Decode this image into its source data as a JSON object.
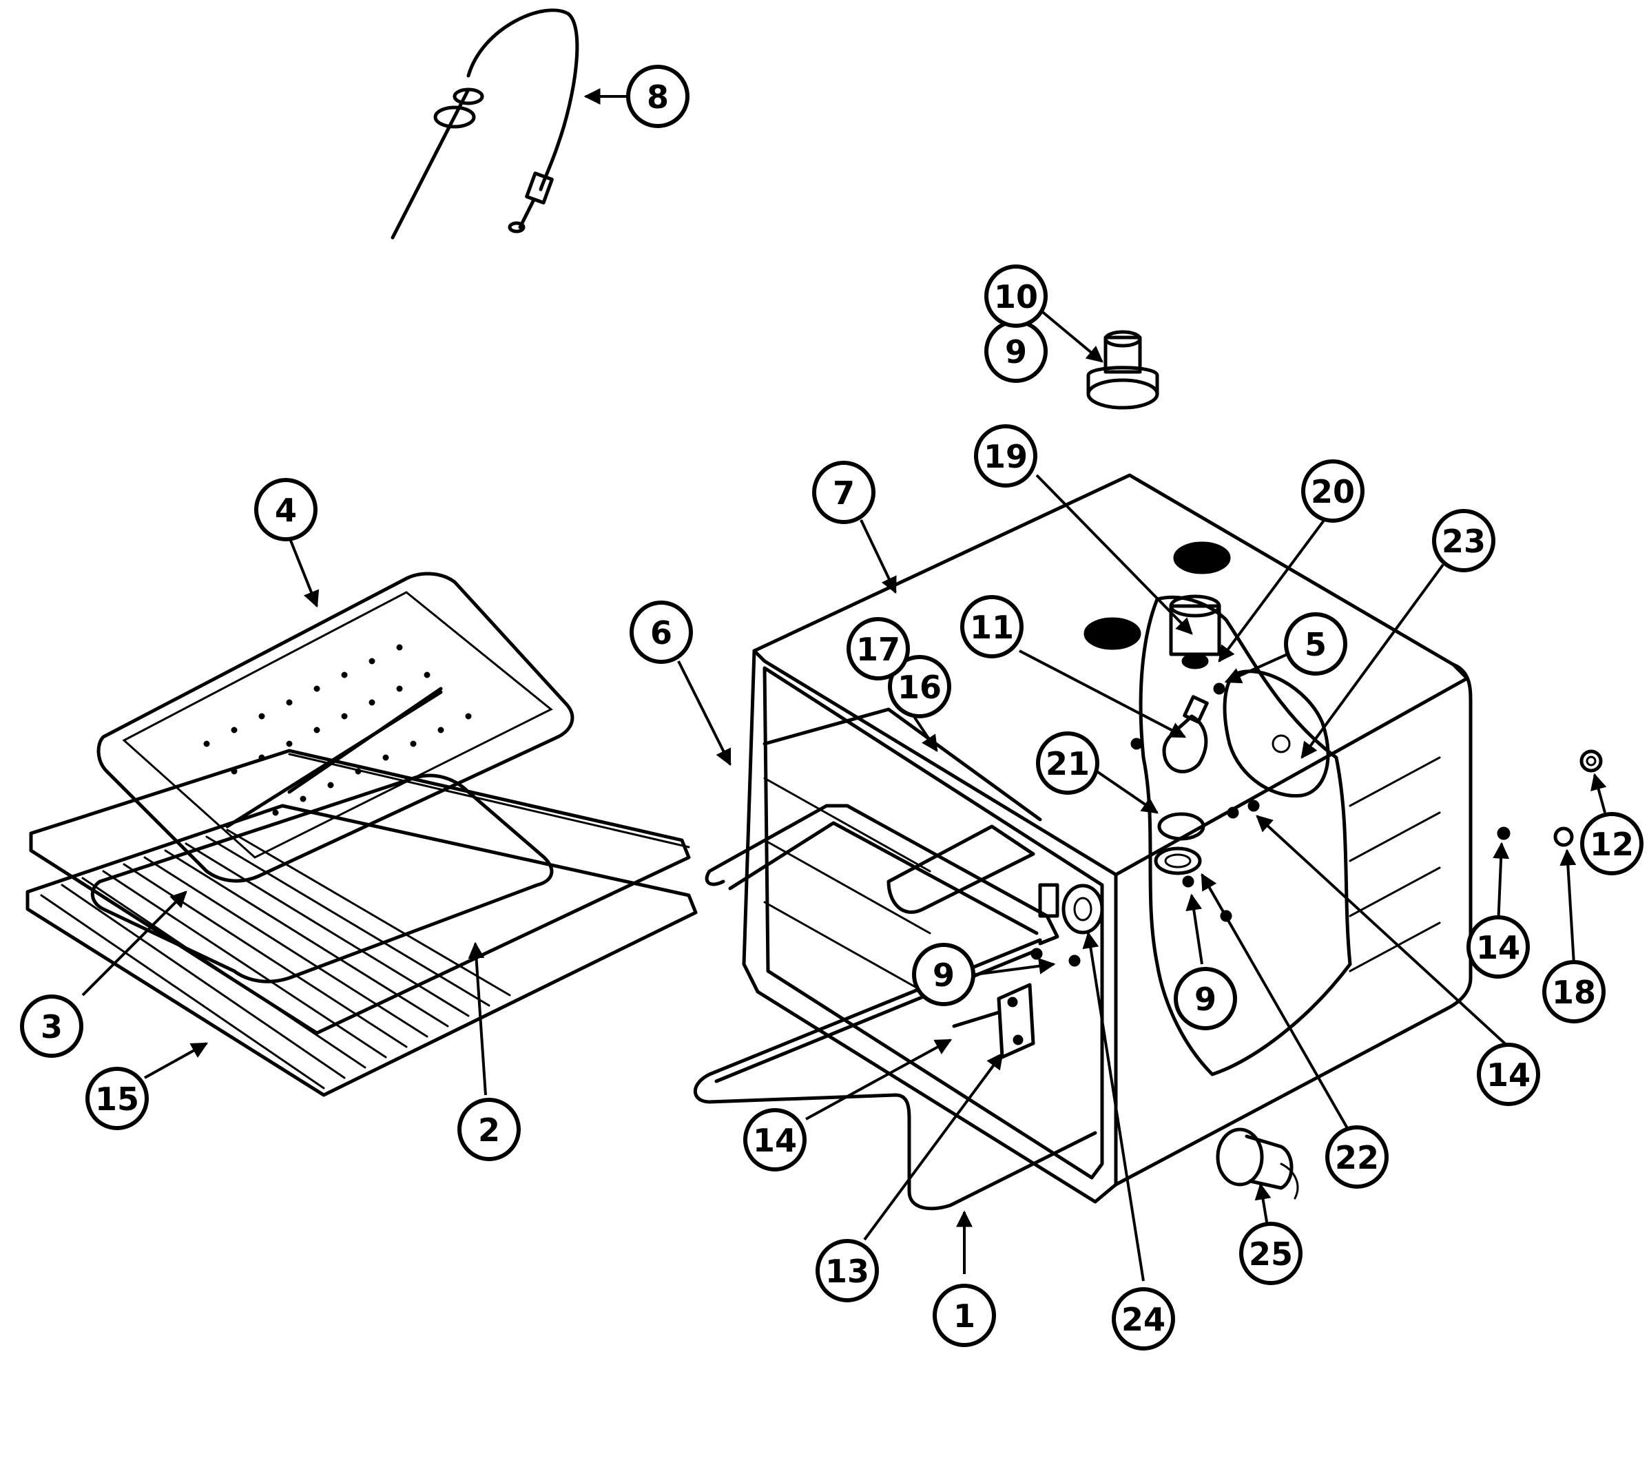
{
  "colors": {
    "ink": "#000000",
    "paper": "#ffffff"
  },
  "callouts": [
    {
      "label": "1"
    },
    {
      "label": "2"
    },
    {
      "label": "3"
    },
    {
      "label": "4"
    },
    {
      "label": "5"
    },
    {
      "label": "6"
    },
    {
      "label": "7"
    },
    {
      "label": "8"
    },
    {
      "label": "9"
    },
    {
      "label": "9"
    },
    {
      "label": "9"
    },
    {
      "label": "10"
    },
    {
      "label": "11"
    },
    {
      "label": "12"
    },
    {
      "label": "13"
    },
    {
      "label": "14"
    },
    {
      "label": "14"
    },
    {
      "label": "14"
    },
    {
      "label": "15"
    },
    {
      "label": "16"
    },
    {
      "label": "17"
    },
    {
      "label": "18"
    },
    {
      "label": "19"
    },
    {
      "label": "20"
    },
    {
      "label": "21"
    },
    {
      "label": "22"
    },
    {
      "label": "23"
    },
    {
      "label": "24"
    },
    {
      "label": "25"
    }
  ]
}
